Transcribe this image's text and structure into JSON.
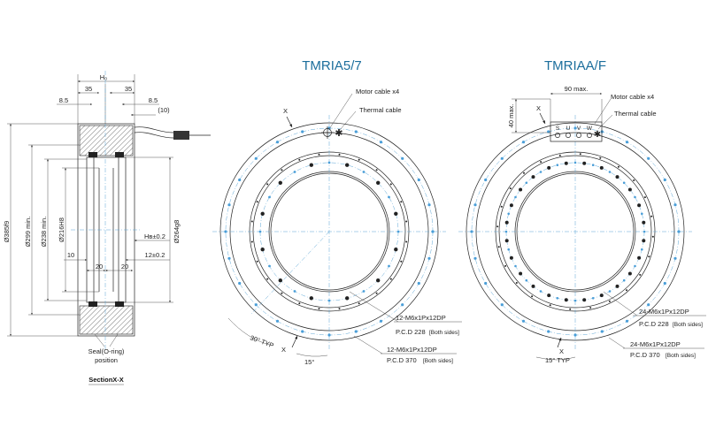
{
  "section_view": {
    "dims": {
      "h0": "H₀",
      "w35_left": "35",
      "w35_right": "35",
      "w85_left": "8.5",
      "w85_right": "8.5",
      "w10_paren": "(10)",
      "d385": "Ø385f9",
      "d299": "Ø299 min.",
      "d238": "Ø238 min.",
      "d216": "Ø216H8",
      "d264": "Ø264g8",
      "hb": "Hʙ±0.2",
      "d12": "12±0.2",
      "d10": "10",
      "d20_left": "20",
      "d20_right": "20"
    },
    "seal_label_line1": "Seal(O-ring)",
    "seal_label_line2": "position",
    "section_caption": "SectionX-X"
  },
  "tmria57": {
    "title": "TMRIA5/7",
    "motor_cable": "Motor cable x4",
    "thermal_cable": "Thermal cable",
    "x_top": "X",
    "x_bottom": "X",
    "angle_30": "30° TYP",
    "angle_15": "15°",
    "callout_inner_1": "12-M6x1Px12DP",
    "callout_inner_2": "P.C.D 228",
    "callout_inner_3": "[Both sides]",
    "callout_outer_1": "12-M6x1Px12DP",
    "callout_outer_2": "P.C.D  370",
    "callout_outer_3": "[Both sides]"
  },
  "tmriaa": {
    "title": "TMRIAA/F",
    "dim_90": "90 max.",
    "dim_40": "40 max.",
    "motor_cable": "Motor cable x4",
    "thermal_cable": "Thermal cable",
    "x_top": "X",
    "x_bottom": "X",
    "angle_15": "15° TYP",
    "callout_inner_1": "24-M6x1Px12DP",
    "callout_inner_2": "P.C.D 228",
    "callout_inner_3": "[Both sides]",
    "callout_outer_1": "24-M6x1Px12DP",
    "callout_outer_2": "P.C.D  370",
    "callout_outer_3": "[Both sides]",
    "connector_letters": [
      "S",
      "U",
      "V",
      "W"
    ]
  },
  "colors": {
    "title": "#1c6e9c",
    "accent_holes": "#4a9ed8",
    "centerline": "#5aa5d6",
    "lines": "#222222"
  }
}
